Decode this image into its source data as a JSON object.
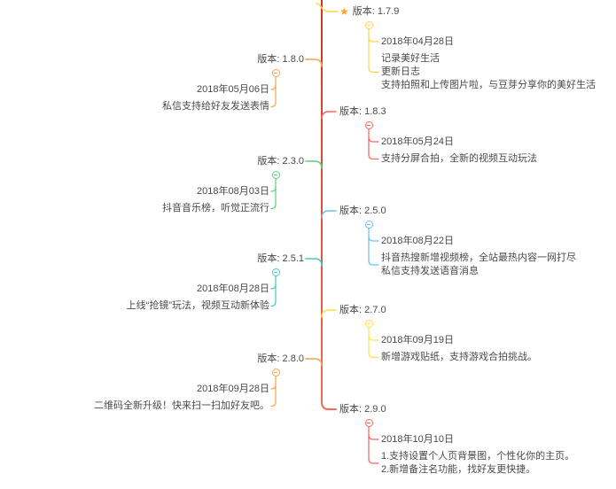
{
  "canvas": {
    "background": "#FFFFFF"
  },
  "colors": {
    "text": "#4A4A4A",
    "star": "#F5A623",
    "trunk_top": "#C33A1E",
    "trunk_bottom": "#F5756A"
  },
  "icons": {
    "star": "★"
  },
  "versions": [
    {
      "version": "1.7.9",
      "label": "版本: 1.7.9",
      "side": "right",
      "starred": true,
      "color": "#FFD44A",
      "date": "2018年04月28日",
      "desc_lines": [
        "记录美好生活",
        "更新日志",
        "支持拍照和上传图片啦，与豆芽分享你的美好生活"
      ]
    },
    {
      "version": "1.8.0",
      "label": "版本: 1.8.0",
      "side": "left",
      "starred": false,
      "color": "#F6A44C",
      "date": "2018年05月06日",
      "desc_lines": [
        "私信支持给好友发送表情"
      ]
    },
    {
      "version": "1.8.3",
      "label": "版本: 1.8.3",
      "side": "right",
      "starred": false,
      "color": "#F4695E",
      "date": "2018年05月24日",
      "desc_lines": [
        "支持分屏合拍，全新的视频互动玩法"
      ]
    },
    {
      "version": "2.3.0",
      "label": "版本: 2.3.0",
      "side": "left",
      "starred": false,
      "color": "#61CE7C",
      "date": "2018年08月03日",
      "desc_lines": [
        "抖音音乐榜，听觉正流行"
      ]
    },
    {
      "version": "2.5.0",
      "label": "版本: 2.5.0",
      "side": "right",
      "starred": false,
      "color": "#69C2E8",
      "date": "2018年08月22日",
      "desc_lines": [
        "抖音热搜新增视频榜，全站最热内容一网打尽",
        "私信支持发送语音消息"
      ]
    },
    {
      "version": "2.5.1",
      "label": "版本: 2.5.1",
      "side": "left",
      "starred": false,
      "color": "#44CCC1",
      "date": "2018年08月28日",
      "desc_lines": [
        "上线“抢镜”玩法，视频互动新体验"
      ]
    },
    {
      "version": "2.7.0",
      "label": "版本: 2.7.0",
      "side": "right",
      "starred": false,
      "color": "#FFE04E",
      "date": "2018年09月19日",
      "desc_lines": [
        "新增游戏贴纸，支持游戏合拍挑战。"
      ]
    },
    {
      "version": "2.8.0",
      "label": "版本: 2.8.0",
      "side": "left",
      "starred": false,
      "color": "#F6A44C",
      "date": "2018年09月28日",
      "desc_lines": [
        "二维码全新升级！快来扫一扫加好友吧。"
      ]
    },
    {
      "version": "2.9.0",
      "label": "版本: 2.9.0",
      "side": "right",
      "starred": false,
      "color": "#F4695E",
      "date": "2018年10月10日",
      "desc_lines": [
        "1.支持设置个人页背景图，个性化你的主页。",
        "2.新增备注名功能，找好友更快捷。"
      ]
    }
  ]
}
